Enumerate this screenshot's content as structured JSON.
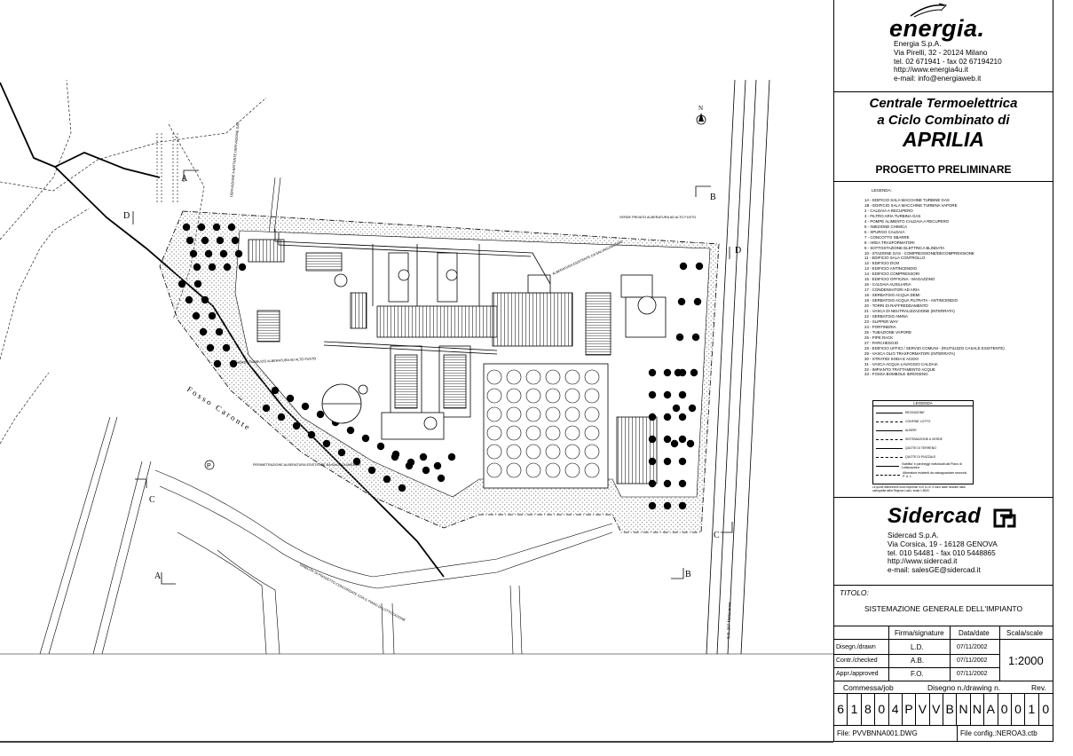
{
  "drawing": {
    "north_label": "N",
    "section_marks": [
      "A",
      "A",
      "B",
      "B",
      "C",
      "C",
      "D",
      "D"
    ],
    "fosso_label": "Fosso Caronte",
    "parking_symbol": "P",
    "road_label": "S.S. 207 Nettunense",
    "annotations": [
      "DERIVAZIONE A BATTENTE\nDERIVAZIONE GAS",
      "VERDE PRIVATO\nALBERATURA AD ALTO FUSTO",
      "ALBERATURA ESISTENTE\nDA SALVAGUARDARE",
      "VERDE PUBBLICO\nALBERATURA AD ALTO FUSTO",
      "PERIMETRAZIONE ALBERATURA ESISTENTE\nDA SALVAGUARDARE",
      "VIABILITA' DI PROGETTO CONCORDATE\nCON IL PIANO DI LOTTIZZAZIONE"
    ],
    "colors": {
      "ink": "#000000",
      "background": "#ffffff",
      "stipple": "#777777"
    }
  },
  "title_block": {
    "company_logo": "energia.",
    "company_lines": [
      "Energia S.p.A.",
      "Via Pirelli, 32 - 20124 Milano",
      "tel. 02 671941 - fax 02 67194210",
      "http://www.energia4u.it",
      "e-mail: info@energiaweb.it"
    ],
    "project_line1": "Centrale Termoelettrica",
    "project_line2": "a Ciclo Combinato di",
    "project_line3": "APRILIA",
    "phase": "PROGETTO PRELIMINARE",
    "legend_heading": "LEGENDA:",
    "legend_items": [
      "1A  -  EDIFICIO SALA MACCHINE TURBINE GAS",
      "1B  -  EDIFICIO SALA MACCHINE TURBINA VAPORE",
      "2  -  CALDAIA A RECUPERO",
      "3  -  FILTRO ARIA TURBINA GAS",
      "4  -  POMPE ALIMENTO CALDAIA A RECUPERO",
      "5  -  INIEZIONE CHIMICA",
      "6  -  SPURGO CALDAIA",
      "7  -  CONCOTTO SBARRE",
      "8  -  AREA TRASFORMATORI",
      "9  -  SOTTOSTAZIONE ELETTRICA BLINDATA",
      "10  -  STAZIONE GAS  -  COMPRESSIONE/DECOMPRESSIONE",
      "11  -  EDIFICIO SALA CONTROLLO",
      "12  -  EDIFICIO DCM",
      "13  -  EDIFICIO ANTINCENDIO",
      "14  -  EDIFICIO COMPRESSORI",
      "15  -  EDIFICIO OFFICINA  -  MAGAZZINO",
      "16  -  CALDAIA AUSILIARIA",
      "17  -  CONDENSATORI AD ARIA",
      "18  -  SERBATOIO ACQUA DEMI",
      "19  -  SERBATOIO ACQUA FILTRATA  -  ANTINCENDIO",
      "20  -  TORRI DI RAFFREDDAMENTO",
      "21  -  VASCA DI NEUTRALIZZAZIONE (INTERRATA)",
      "22  -  SERBATOIO AMINA",
      "23  -  SLIPPER WAY",
      "24  -  PORTINERIA",
      "25  -  TUBAZIONE VAPORE",
      "26  -  PIPE RACK",
      "27  -  PARCHEGGIO",
      "28  -  EDIFICIO UFFICI / SERVIZI COMUNI  -  (RIUTILIZZO CASALE ESISTENTE)",
      "29  -  VASCA OLIO TRASFORMATORI (INTERRATA)",
      "30  -  STRATIDI SODA E ACIDO",
      "31  -  VASCA ACQUA LAVAGGIO CALDAIA",
      "32  -  IMPIANTO TRATTAMENTO ACQUE",
      "33  -  FOSSA BOMBOLE IDROGENO"
    ],
    "symbol_legend_title": "LEGENDA",
    "symbol_legend_items": [
      "RECINZIONE",
      "CONFINE LOTTO",
      "ALBERI",
      "SISTEMAZIONE A VERDE",
      "QUOTE DI TERRENO",
      "QUOTE DI PIAZZALE",
      "Viabilita' e parcheggi individuati dal Piano di Lottizzazione",
      "Alberature esistenti da salvaguardare secondo P. d. L."
    ],
    "symbol_legend_note": "Le quote altimetriche sono espresse in m s.l.m. e sono state ricavate dalla cartografia della Regione Lazio, scala 1:5000.",
    "designer_logo": "Sidercad",
    "designer_lines": [
      "Sidercad S.p.A.",
      "Via Corsica, 19 - 16128 GENOVA",
      "tel. 010 54481 - fax 010 5448865",
      "http://www.sidercad.it",
      "e-mail: salesGE@sidercad.it"
    ],
    "titolo_label": "TITOLO:",
    "titolo": "SISTEMAZIONE GENERALE DELL'IMPIANTO",
    "hdr_signature": "Firma/signature",
    "hdr_date": "Data/date",
    "hdr_scale": "Scala/scale",
    "rows": [
      {
        "role": "Disegn./drawn",
        "sig": "L.D.",
        "date": "07/11/2002"
      },
      {
        "role": "Contr./checked",
        "sig": "A.B.",
        "date": "07/11/2002"
      },
      {
        "role": "Appr./approved",
        "sig": "F.O.",
        "date": "07/11/2002"
      }
    ],
    "scale": "1:2000",
    "commessa_label": "Commessa/job",
    "drawing_no_label": "Disegno n./drawing n.",
    "rev_label": "Rev.",
    "commessa": "61804",
    "drawing_no": "PVVBNNA001",
    "rev": "0",
    "file_name": "File: PVVBNNA001.DWG",
    "file_config": "File config.:NEROA3.ctb"
  }
}
